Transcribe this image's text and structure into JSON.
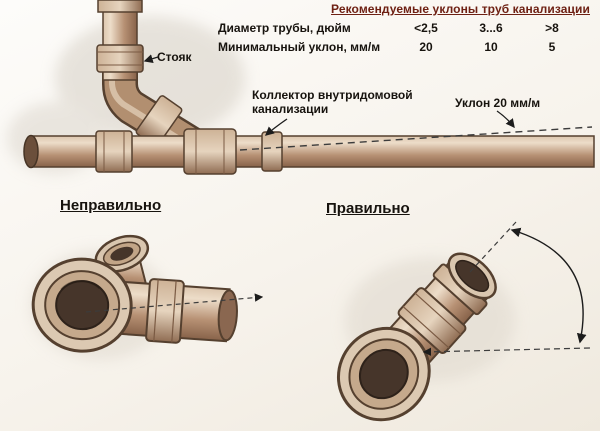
{
  "table": {
    "title": "Рекомендуемые уклоны труб канализации",
    "rows": [
      {
        "label": "Диаметр трубы, дюйм",
        "values": [
          "<2,5",
          "3...6",
          ">8"
        ]
      },
      {
        "label": "Минимальный уклон, мм/м",
        "values": [
          "20",
          "10",
          "5"
        ]
      }
    ]
  },
  "labels": {
    "riser": "Стояк",
    "collector": "Коллектор внутридомовой канализации",
    "slope": "Уклон 20 мм/м"
  },
  "examples": {
    "incorrect": "Неправильно",
    "correct": "Правильно"
  },
  "icons": {
    "annotation_arrow": "arrowhead-pointer",
    "angle_arc_arrow": "double-headed-curved-arrow"
  },
  "colors": {
    "pipe_light": "#edddc9",
    "pipe_mid": "#b79174",
    "pipe_dark": "#876249",
    "bore_dark": "#46352a",
    "ink": "#1c1c1c",
    "title_red": "#6e2013",
    "paper": "#f7f3ec"
  }
}
